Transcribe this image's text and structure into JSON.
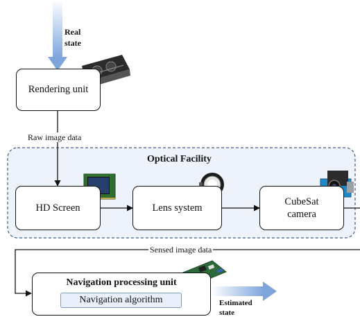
{
  "labels": {
    "real_state": "Real\nstate",
    "rendering_unit": "Rendering unit",
    "raw_image_data": "Raw image data",
    "optical_facility": "Optical Facility",
    "hd_screen": "HD Screen",
    "lens_system": "Lens system",
    "cubesat_camera": "CubeSat\ncamera",
    "sensed_image_data": "Sensed image data",
    "navigation_processing_unit": "Navigation processing unit",
    "navigation_algorithm": "Navigation algorithm",
    "estimated_state": "Estimated\nstate"
  },
  "colors": {
    "region_fill": "#eef3fb",
    "region_border": "#3a5a8a",
    "arrow_blue": "#7ea6dd",
    "algo_fill": "#e9f0fb",
    "algo_border": "#7a9acb"
  },
  "icons": [
    "gpu-icon",
    "display-panel-icon",
    "lens-mount-icon",
    "camera-module-icon",
    "circuit-board-icon"
  ]
}
